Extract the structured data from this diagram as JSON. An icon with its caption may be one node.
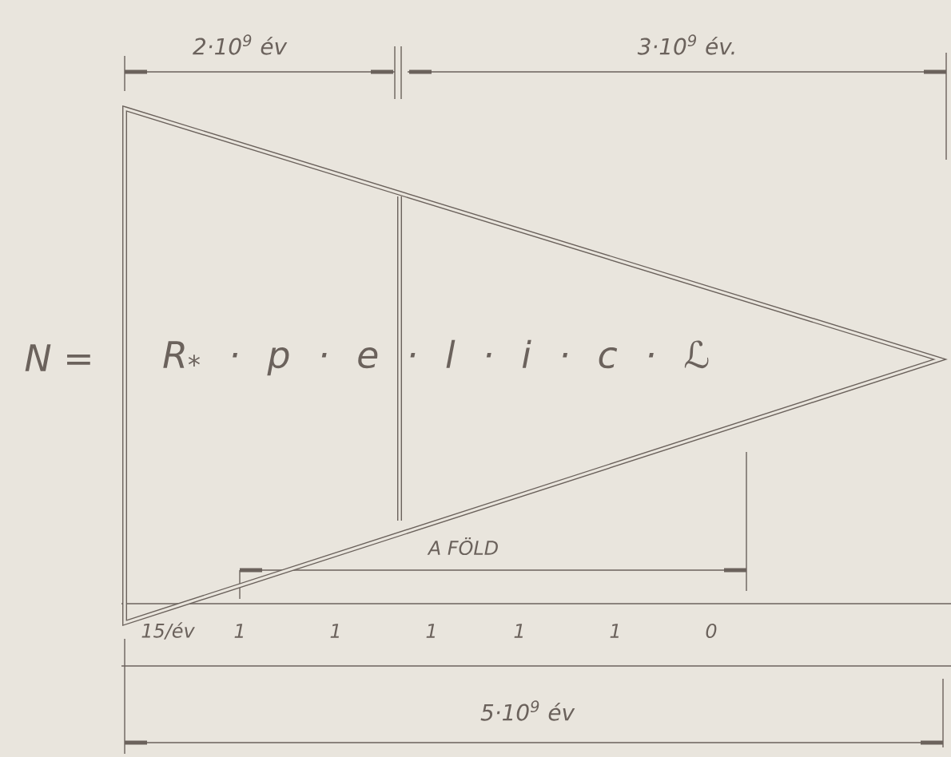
{
  "diagram": {
    "nodes": [
      {
        "text": [
          "R$_{*}$ · p · e · l · i · c · ℒ"
        ]
      }
    ],
    "labels": [
      "2·10$^{9}$ év",
      "3·10$^{9}$ év.",
      "N =",
      "A FÖLD",
      "15/év",
      "1",
      "1",
      "1",
      "1",
      "1",
      "0",
      "5·10$^{9}$ év"
    ]
  }
}
